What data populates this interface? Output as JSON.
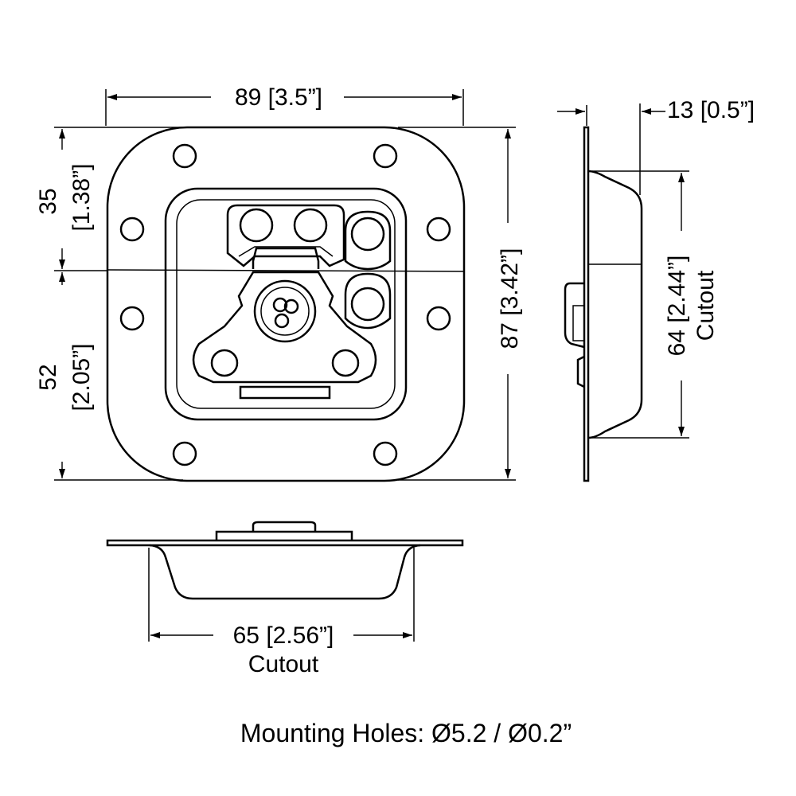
{
  "dimensions": {
    "width": "89 [3.5”]",
    "height": "87 [3.42”]",
    "upper": "35",
    "upper_in": "[1.38”]",
    "lower": "52",
    "lower_in": "[2.05”]",
    "depth": "13 [0.5”]",
    "side_cutout": "64 [2.44”]",
    "side_cutout_label": "Cutout",
    "bottom_cutout": "65 [2.56”]",
    "bottom_cutout_label": "Cutout"
  },
  "note": "Mounting Holes: Ø5.2 / Ø0.2”"
}
